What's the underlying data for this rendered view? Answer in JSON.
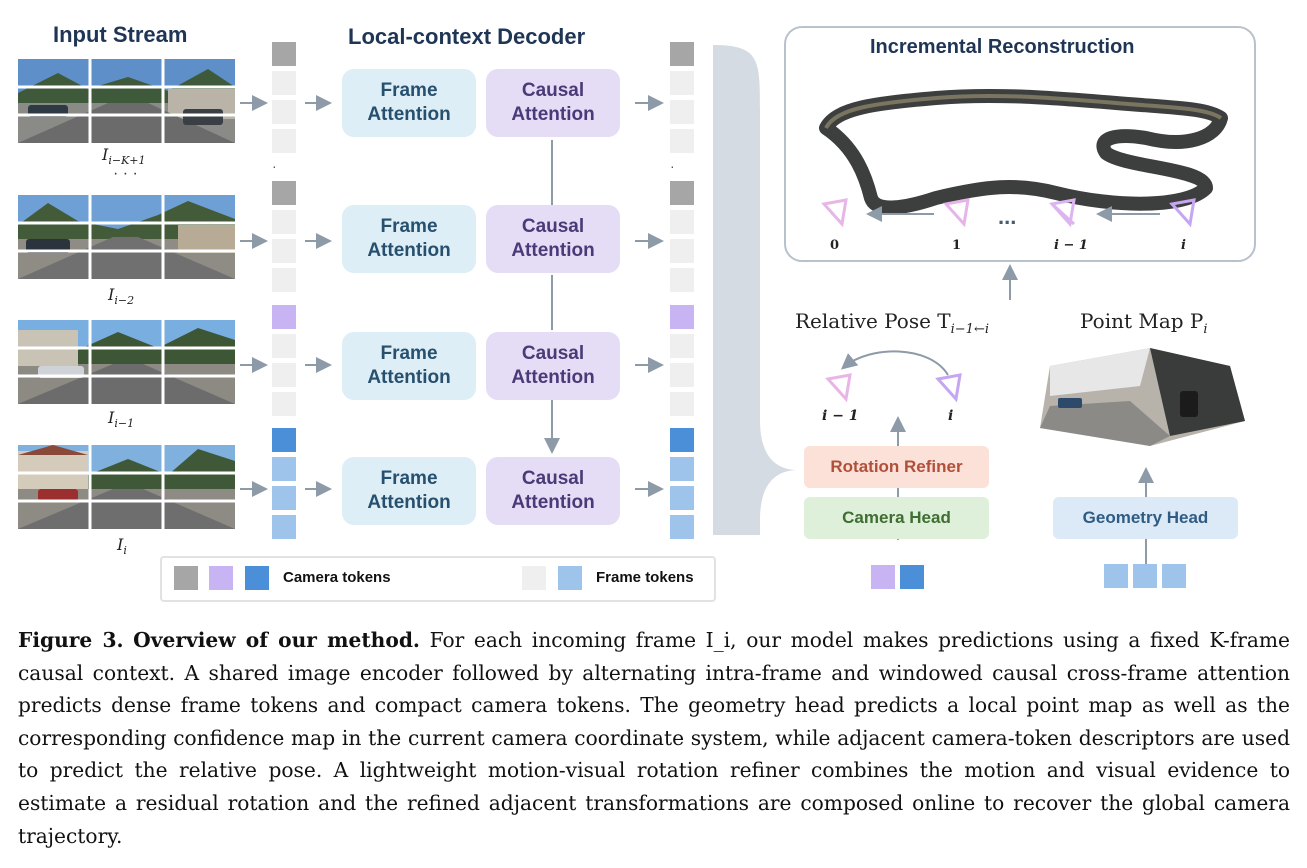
{
  "titles": {
    "input_stream": "Input Stream",
    "decoder": "Local-context Decoder",
    "reconstruction": "Incremental Reconstruction"
  },
  "frames": [
    {
      "label": "I",
      "sub": "i−K+1"
    },
    {
      "label": "I",
      "sub": "i−2"
    },
    {
      "label": "I",
      "sub": "i−1"
    },
    {
      "label": "I",
      "sub": "i"
    }
  ],
  "ellipsis": "· · ·",
  "decoder_rows": [
    {
      "frame_attention": "Frame Attention",
      "causal_attention": "Causal Attention"
    },
    {
      "frame_attention": "Frame Attention",
      "causal_attention": "Causal Attention"
    },
    {
      "frame_attention": "Frame Attention",
      "causal_attention": "Causal Attention"
    },
    {
      "frame_attention": "Frame Attention",
      "causal_attention": "Causal Attention"
    }
  ],
  "legend": {
    "camera_tokens": "Camera tokens",
    "frame_tokens": "Frame tokens"
  },
  "reconstruction_cameras": [
    "0",
    "1",
    "i − 1",
    "i"
  ],
  "reconstruction_ellipsis": "...",
  "relative_pose": {
    "text": "Relative Pose T",
    "sub": "i−1←i",
    "cams": [
      "i − 1",
      "i"
    ]
  },
  "point_map": {
    "text": "Point Map P",
    "sub": "i"
  },
  "heads": {
    "rotation_refiner": "Rotation Refiner",
    "camera_head": "Camera Head",
    "geometry_head": "Geometry Head"
  },
  "caption": {
    "label": "Figure 3.",
    "title": "Overview of our method.",
    "body": "For each incoming frame I_i, our model makes predictions using a fixed K-frame causal context. A shared image encoder followed by alternating intra-frame and windowed causal cross-frame attention predicts dense frame tokens and compact camera tokens. The geometry head predicts a local point map as well as the corresponding confidence map in the current camera coordinate system, while adjacent camera-token descriptors are used to predict the relative pose. A lightweight motion-visual rotation refiner combines the motion and visual evidence to estimate a residual rotation and the refined adjacent transformations are composed online to recover the global camera trajectory."
  },
  "colors": {
    "camera_gray": "#a6a6a6",
    "camera_purple": "#c8b4f2",
    "camera_blue": "#4a8fd8",
    "frame_light": "#efefef",
    "frame_blue": "#9fc4eb",
    "title_navy": "#1f3556"
  }
}
